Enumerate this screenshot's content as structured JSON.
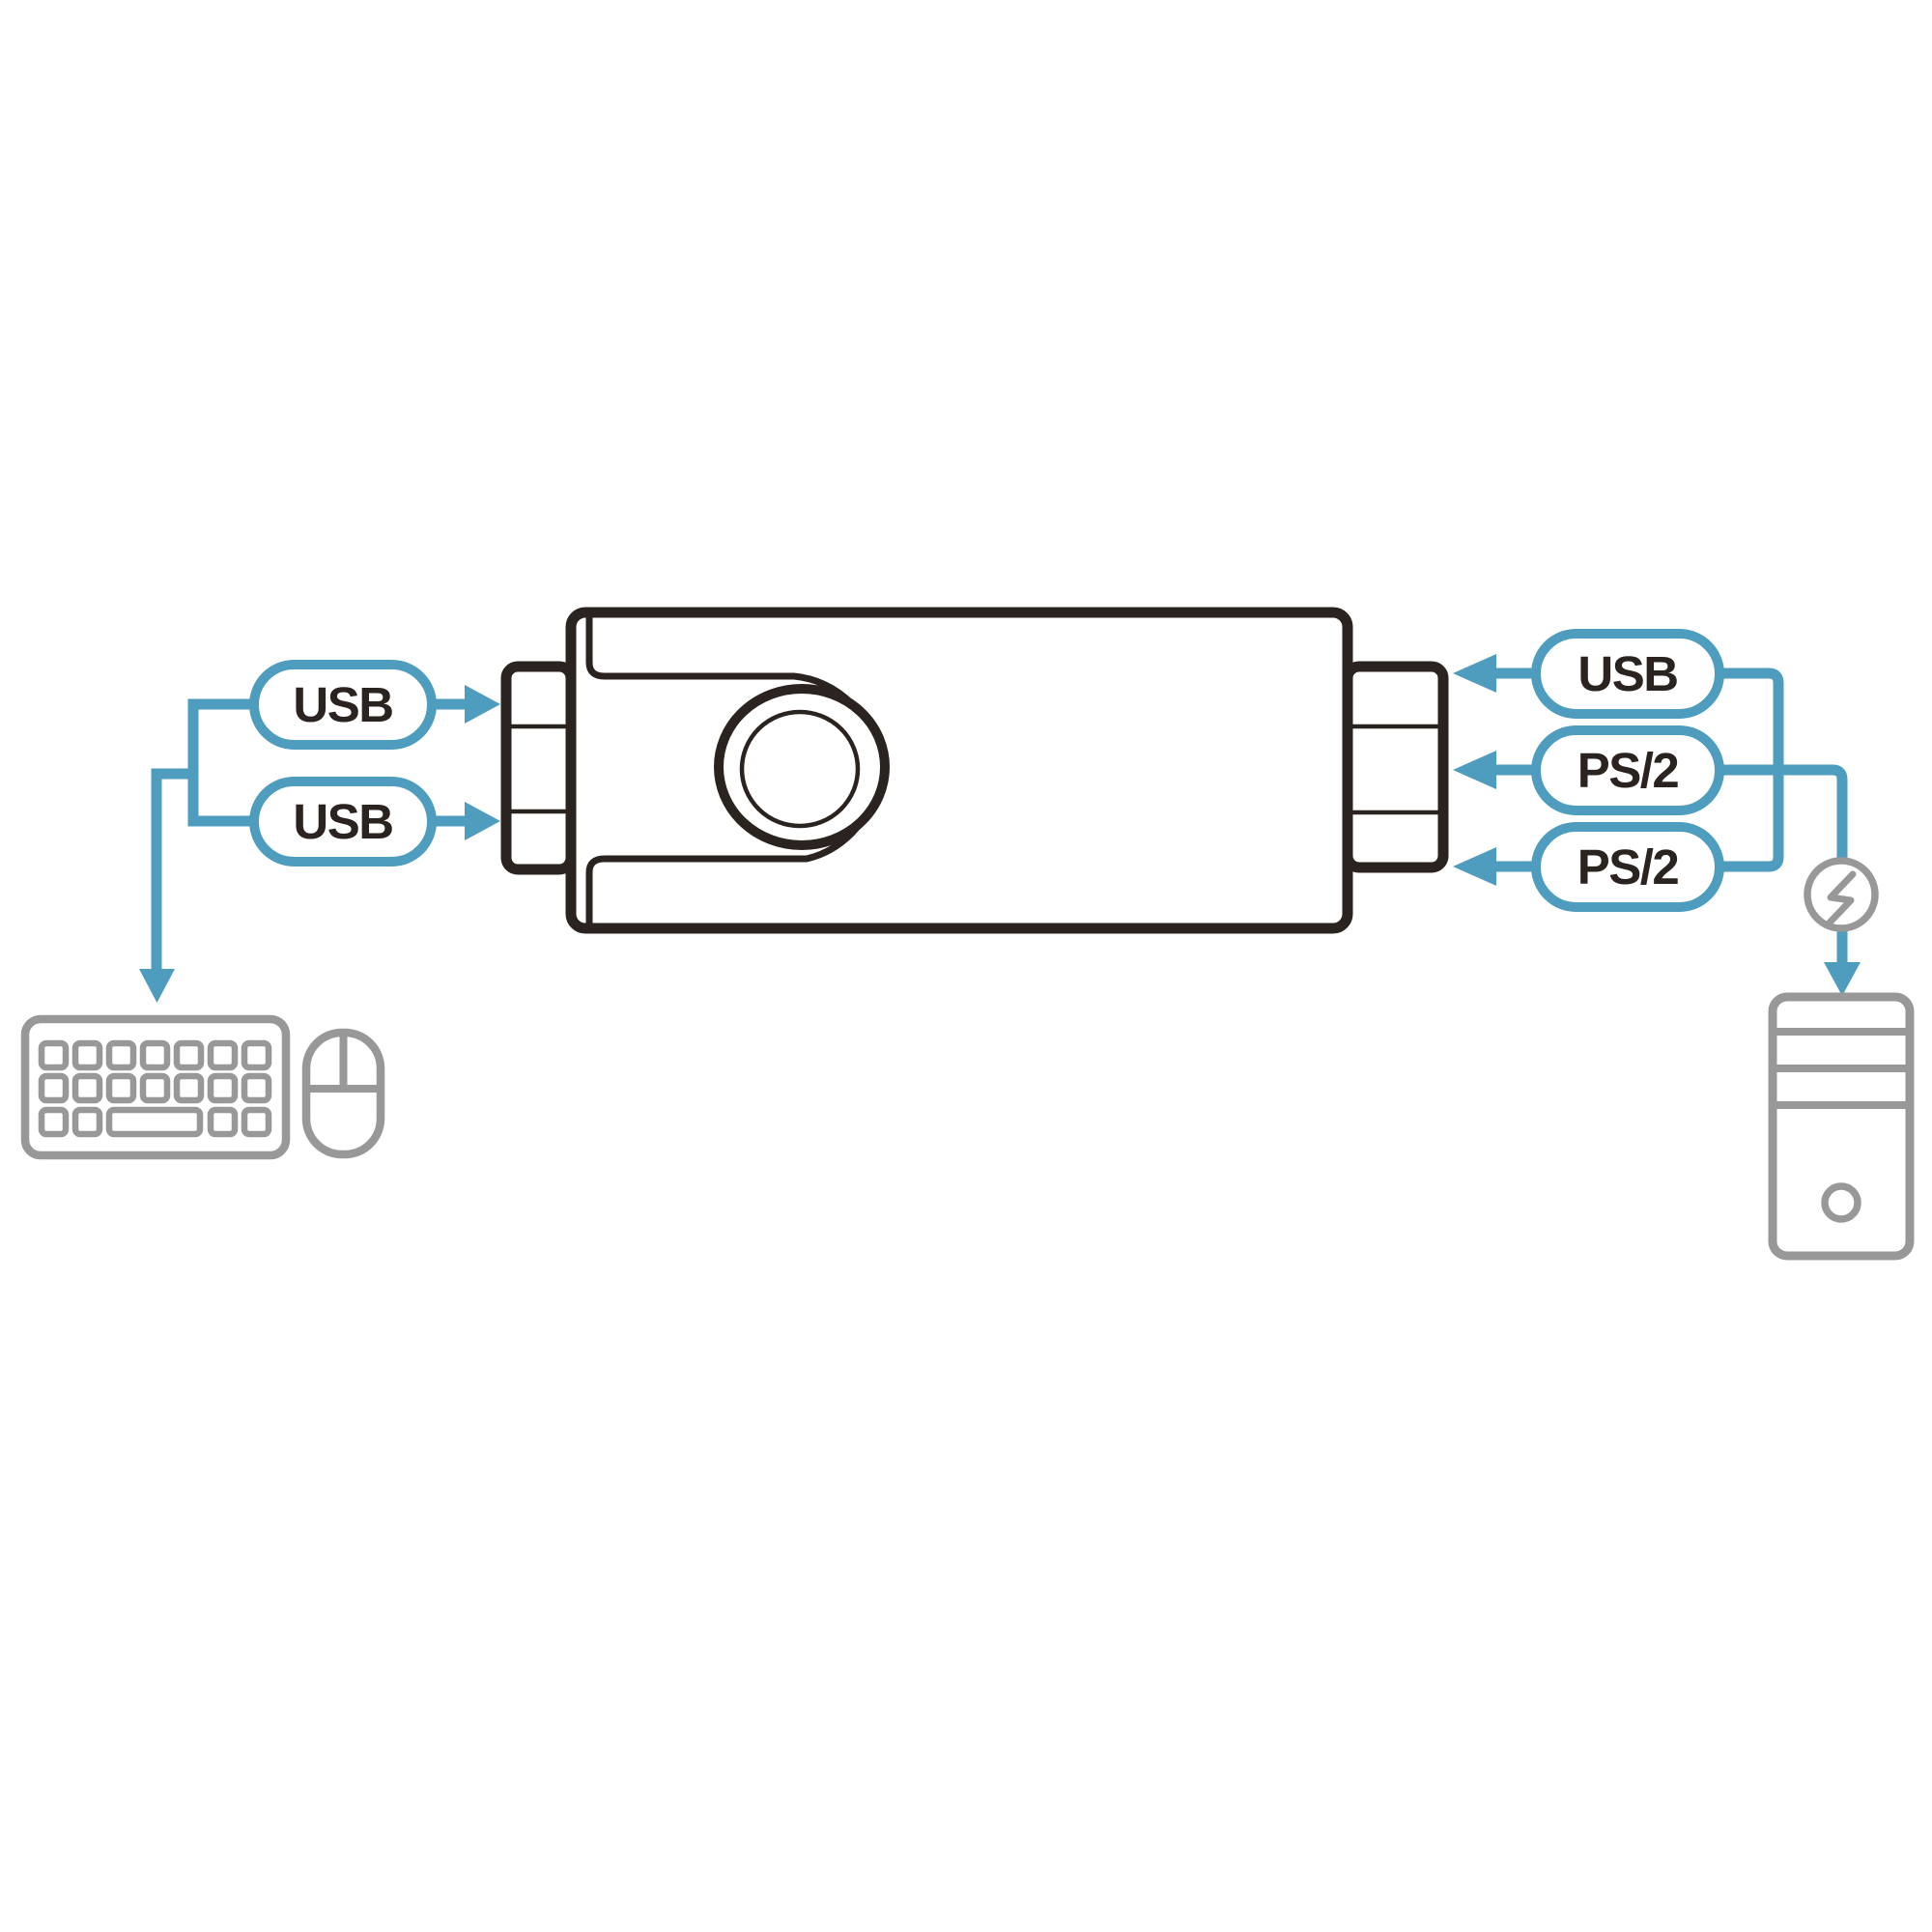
{
  "palette": {
    "accent_teal": "#4E9CBE",
    "outline_dark": "#2B231F",
    "icon_gray": "#989898",
    "background": "#FFFFFF"
  },
  "console_side": {
    "ports": [
      {
        "label": "USB"
      },
      {
        "label": "USB"
      }
    ]
  },
  "computer_side": {
    "ports": [
      {
        "label": "USB"
      },
      {
        "label": "PS/2"
      },
      {
        "label": "PS/2"
      }
    ]
  },
  "icons": {
    "keyboard": "keyboard-icon",
    "mouse": "mouse-icon",
    "computer": "computer-tower-icon",
    "power": "power-lightning-icon"
  }
}
